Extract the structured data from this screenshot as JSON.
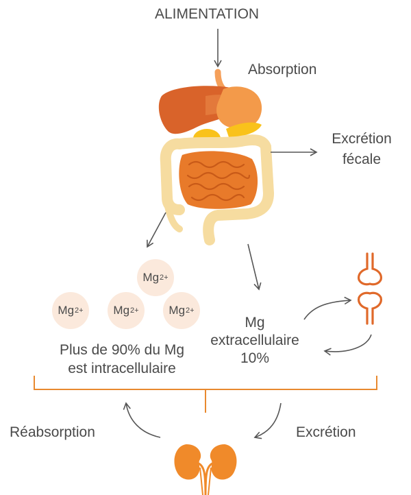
{
  "labels": {
    "alimentation": "ALIMENTATION",
    "absorption": "Absorption",
    "excretion_fecale_1": "Excrétion",
    "excretion_fecale_2": "fécale",
    "mg_extra_1": "Mg",
    "mg_extra_2": "extracellulaire",
    "mg_extra_3": "10%",
    "intra_1": "Plus de 90% du Mg",
    "intra_2": "est intracellulaire",
    "reabsorption": "Réabsorption",
    "excretion": "Excrétion"
  },
  "ions": [
    {
      "base": "Mg",
      "sup": "2+"
    },
    {
      "base": "Mg",
      "sup": "2+"
    },
    {
      "base": "Mg",
      "sup": "2+"
    },
    {
      "base": "Mg",
      "sup": "2+"
    }
  ],
  "colors": {
    "orange": "#e87a2a",
    "light_orange": "#f5a05a",
    "liver": "#d9632a",
    "yellow": "#f9c21b",
    "intestine_outline": "#f6dca0",
    "ion_bg": "#fbe9dc",
    "arrow": "#555555",
    "text": "#4a4a4a"
  },
  "icons": [
    "digestive-system-icon",
    "bone-joint-icon",
    "kidneys-icon"
  ]
}
